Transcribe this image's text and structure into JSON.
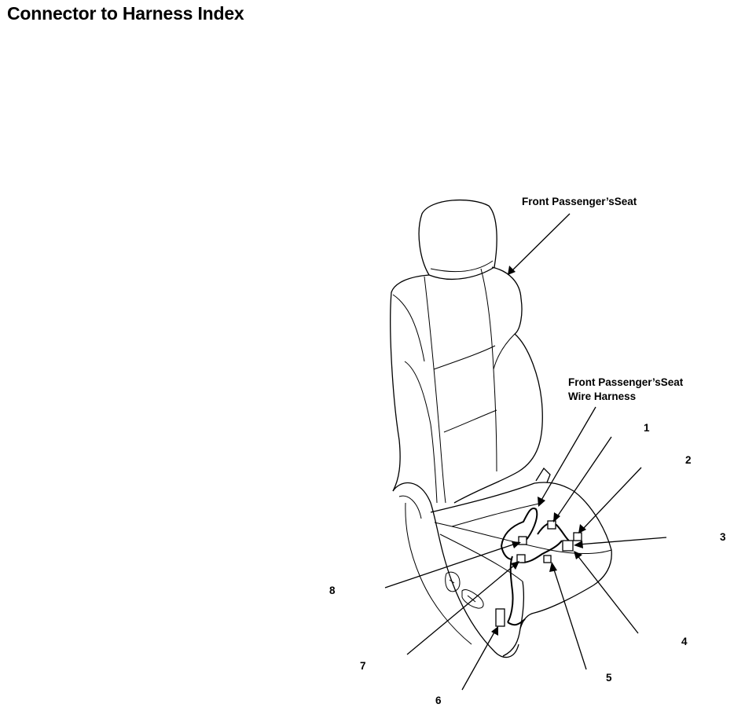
{
  "page": {
    "title": "Connector to Harness Index"
  },
  "labels": {
    "seat": "Front Passenger’sSeat",
    "harness_line1": "Front Passenger’sSeat",
    "harness_line2": "Wire Harness"
  },
  "connectors": [
    "1",
    "2",
    "3",
    "4",
    "5",
    "6",
    "7",
    "8"
  ]
}
